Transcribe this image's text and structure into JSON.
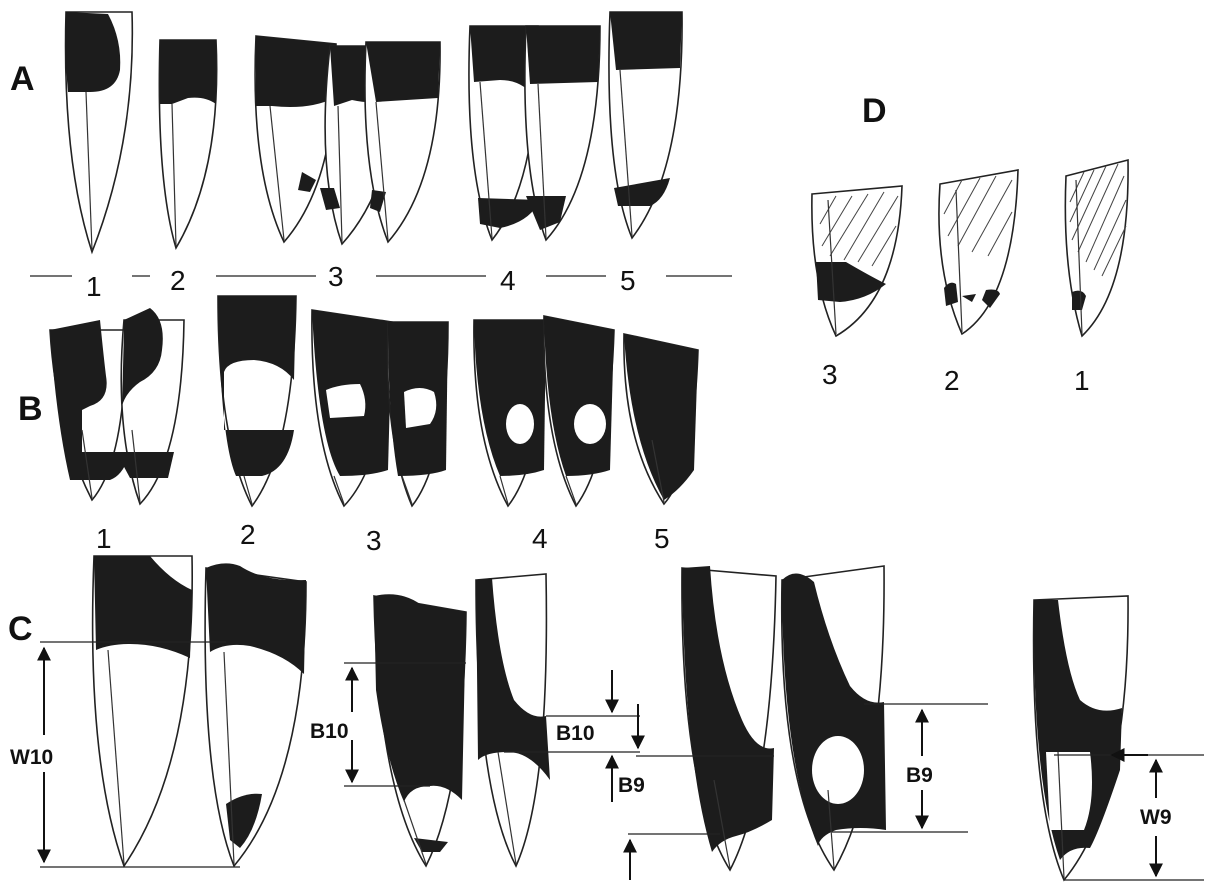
{
  "panels": {
    "A": {
      "letter": "A",
      "numbers": [
        "1",
        "2",
        "3",
        "4",
        "5"
      ]
    },
    "B": {
      "letter": "B",
      "numbers": [
        "1",
        "2",
        "3",
        "4",
        "5"
      ]
    },
    "C": {
      "letter": "C"
    },
    "D": {
      "letter": "D",
      "numbers": [
        "3",
        "2",
        "1"
      ]
    }
  },
  "measurements": {
    "W10": "W10",
    "B10_a": "B10",
    "B10_b": "B10",
    "B9_a": "B9",
    "B9_b": "B9",
    "W9": "W9"
  },
  "colors": {
    "ink": "#1c1c1c",
    "paper": "#ffffff"
  }
}
